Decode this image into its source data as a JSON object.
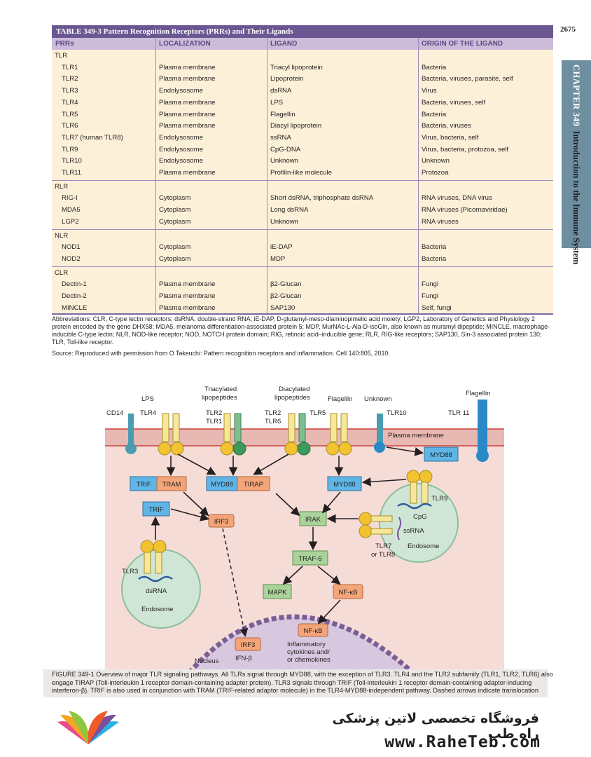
{
  "page": {
    "number": "2675",
    "chapter_tab": {
      "chapter": "CHAPTER 349",
      "title": "Introduction to the Immune System"
    }
  },
  "table": {
    "title": "TABLE 349-3  Pattern Recognition Receptors (PRRs) and Their Ligands",
    "headers": [
      "PRRs",
      "LOCALIZATION",
      "LIGAND",
      "ORIGIN OF THE LIGAND"
    ],
    "groups": [
      {
        "name": "TLR",
        "rows": [
          [
            "TLR1",
            "Plasma membrane",
            "Triacyl lipoprotein",
            "Bacteria"
          ],
          [
            "TLR2",
            "Plasma membrane",
            "Lipoprotein",
            "Bacteria, viruses, parasite, self"
          ],
          [
            "TLR3",
            "Endolysosome",
            "dsRNA",
            "Virus"
          ],
          [
            "TLR4",
            "Plasma membrane",
            "LPS",
            "Bacteria, viruses, self"
          ],
          [
            "TLR5",
            "Plasma membrane",
            "Flagellin",
            "Bacteria"
          ],
          [
            "TLR6",
            "Plasma membrane",
            "Diacyl lipoprotein",
            "Bacteria, viruses"
          ],
          [
            "TLR7 (human TLR8)",
            "Endolysosome",
            "ssRNA",
            "Virus, bacteria, self"
          ],
          [
            "TLR9",
            "Endolysosome",
            "CpG-DNA",
            "Virus, bacteria, protozoa, self"
          ],
          [
            "TLR10",
            "Endolysosome",
            "Unknown",
            "Unknown"
          ],
          [
            "TLR11",
            "Plasma membrane",
            "Profilin-like molecule",
            "Protozoa"
          ]
        ]
      },
      {
        "name": "RLR",
        "rows": [
          [
            "RIG-I",
            "Cytoplasm",
            "Short dsRNA, triphosphate dsRNA",
            "RNA viruses, DNA virus"
          ],
          [
            "MDA5",
            "Cytoplasm",
            "Long dsRNA",
            "RNA viruses (Picornaviridae)"
          ],
          [
            "LGP2",
            "Cytoplasm",
            "Unknown",
            "RNA viruses"
          ]
        ]
      },
      {
        "name": "NLR",
        "rows": [
          [
            "NOD1",
            "Cytoplasm",
            "iE-DAP",
            "Bacteria"
          ],
          [
            "NOD2",
            "Cytoplasm",
            "MDP",
            "Bacteria"
          ]
        ]
      },
      {
        "name": "CLR",
        "rows": [
          [
            "Dectin-1",
            "Plasma membrane",
            "β2-Glucan",
            "Fungi"
          ],
          [
            "Dectin-2",
            "Plasma membrane",
            "β2-Glucan",
            "Fungi"
          ],
          [
            "MINCLE",
            "Plasma membrane",
            "SAP130",
            "Self, fungi"
          ]
        ]
      }
    ],
    "abbreviations": "Abbreviations: CLR, C-type lectin receptors; dsRNA, double-strand RNA; iE-DAP, D-glutamyl-meso-diaminopimelic acid moiety; LGP2, Laboratory of Genetics and Physiology 2 protein encoded by the gene DHX58; MDA5, melanoma differentiation-associated protein 5; MDP, MurNAc-L-Ala-D-isoGln, also known as muramyl dipeptide; MINCLE, macrophage-inducible C-type lectin; NLR, NOD-like receptor; NOD, NOTCH protein domain; RIG, retinoic acid–inducible gene; RLR, RIG-like receptors; SAP130, Sin-3 associated protein 130; TLR, Toll-like receptor.",
    "source": "Source: Reproduced with permission from O Takeuchi: Pattern recognition receptors and inflammation. Cell 140:805, 2010."
  },
  "figure": {
    "ligands": {
      "lps": "LPS",
      "triacylated": "Triacylated\nlipopeptides",
      "diacylated": "Diacylated\nlipopeptides",
      "flagellin": "Flagellin",
      "unknown": "Unknown",
      "flagellin2": "Flagellin"
    },
    "receptors": {
      "cd14": "CD14",
      "tlr4": "TLR4",
      "tlr2a": "TLR2",
      "tlr1": "TLR1",
      "tlr2b": "TLR2",
      "tlr6": "TLR6",
      "tlr5": "TLR5",
      "tlr10": "TLR10",
      "tlr11": "TLR 11",
      "tlr9": "TLR9",
      "tlr78": "TLR7\nor TLR8",
      "tlr3": "TLR3"
    },
    "labels": {
      "plasma_membrane": "Plasma membrane",
      "cpg": "CpG",
      "ssrna": "ssRNA",
      "endosome": "Endosome",
      "dsrna": "dsRNA",
      "endosome2": "Endosome",
      "nucleus": "Nucleus",
      "ifn": "IFN-β",
      "inflammatory": "Inflammatory\ncytokines and/\nor chemokines"
    },
    "boxes": {
      "trif": "TRIF",
      "tram": "TRAM",
      "myd88_a": "MYD88",
      "tirap": "TIRAP",
      "myd88_b": "MYD88",
      "myd88_c": "MYD88",
      "trif2": "TRIF",
      "irf3": "IRF3",
      "irak": "IRAK",
      "traf6": "TRAF-6",
      "mapk": "MAPK",
      "nfkb": "NF-κB",
      "nfkb2": "NF-κB",
      "irf3n": "IRF3"
    },
    "colors": {
      "cell": "#f6dcd7",
      "membrane": "#e8b8b3",
      "nucleus": "#d7c8df",
      "endosome": "#cfe6d6",
      "blue_box": "#5fb6e6",
      "orange_box": "#f3a579",
      "green_box": "#a9d39a",
      "tlr_yellow": "#f7e79a",
      "tlr_green": "#7fbf8f",
      "tlr_teal": "#4b9cb0",
      "tlr_blue": "#2a8ac8"
    }
  },
  "caption": "FIGURE 349-1  Overview of major TLR signaling pathways. All TLRs signal through MYD88, with the exception of TLR3. TLR4 and the TLR2 subfamily (TLR1, TLR2, TLR6) also engage TIRAP (Toll-interleukin 1 receptor domain-containing adapter protein). TLR3 signals through TRIF (Toll-interleukin 1 receptor domain-containing adapter-inducing interferon-β). TRIF is also used in conjunction with TRAM (TRIF-related adaptor molecule) in the TLR4-MYD88-independent pathway. Dashed arrows indicate translocation",
  "footer": {
    "store_name": "فروشگاه تخصصی لاتین پزشکی راه طب",
    "url": "www.RaheTeb.com"
  }
}
